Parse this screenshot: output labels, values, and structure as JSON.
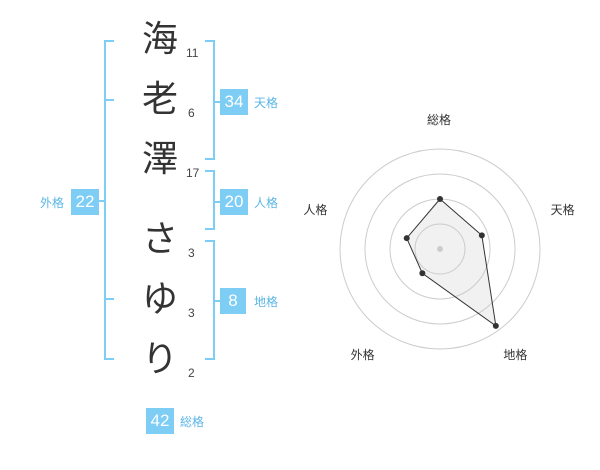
{
  "name": {
    "characters": [
      {
        "char": "海",
        "strokes": "11"
      },
      {
        "char": "老",
        "strokes": "6"
      },
      {
        "char": "澤",
        "strokes": "17"
      },
      {
        "char": "さ",
        "strokes": "3"
      },
      {
        "char": "ゆ",
        "strokes": "3"
      },
      {
        "char": "り",
        "strokes": "2"
      }
    ]
  },
  "fortune": {
    "tenkaku": {
      "value": "34",
      "label": "天格"
    },
    "jinkaku": {
      "value": "20",
      "label": "人格"
    },
    "chikaku": {
      "value": "8",
      "label": "地格"
    },
    "gaikaku": {
      "value": "22",
      "label": "外格"
    },
    "soukaku": {
      "value": "42",
      "label": "総格"
    }
  },
  "colors": {
    "accent": "#7dcdf5",
    "accent_text": "#5bb6e6",
    "text": "#333333",
    "grid": "#cccccc"
  },
  "chart_data": {
    "type": "radar",
    "axes": [
      "総格",
      "天格",
      "地格",
      "外格",
      "人格"
    ],
    "values": [
      0.5,
      0.44,
      0.95,
      0.3,
      0.35
    ],
    "rings": 4,
    "range": [
      0,
      1
    ]
  }
}
